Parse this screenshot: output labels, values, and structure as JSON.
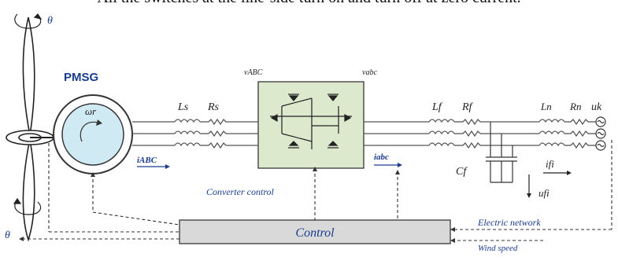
{
  "caption": "All the switches at the line-side turn on and turn off at zero current.",
  "diagram": {
    "theta_top": "θ",
    "theta_bottom": "θ",
    "pmsg": "PMSG",
    "omega": "ωr",
    "L_s": "Ls",
    "R_s": "Rs",
    "i_ABC": "iABC",
    "v_ABC": "vABC",
    "v_abc": "vabc",
    "i_abc": "iabc",
    "L_f": "Lf",
    "R_f": "Rf",
    "L_n": "Ln",
    "R_n": "Rn",
    "u_k": "uk",
    "C_f": "Cf",
    "i_fi": "ifi",
    "u_fi": "ufi",
    "converter_control": "Converter control",
    "control": "Control",
    "electric_network": "Electric network",
    "wind_speed": "Wind speed"
  },
  "colors": {
    "generator_fill": "#cfeaf3",
    "converter_fill": "#dde9cc",
    "control_fill": "#d9d9d9",
    "label_blue": "#1a3d8f"
  }
}
